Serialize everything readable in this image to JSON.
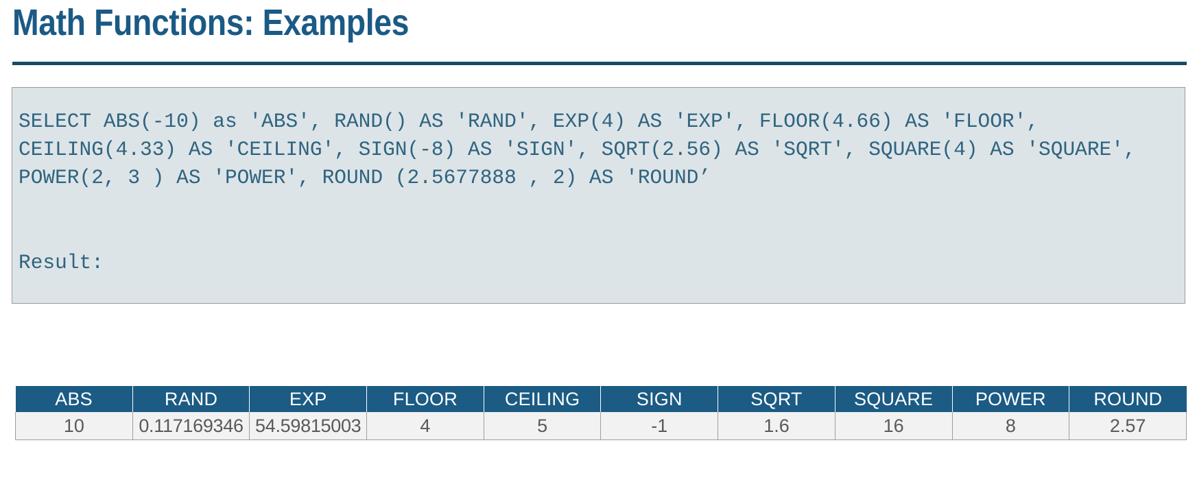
{
  "slide": {
    "title": "Math Functions: Examples",
    "title_color": "#1a5a85",
    "rule_color": "#1b4a63"
  },
  "code_block": {
    "background": "#dde4e7",
    "text_color": "#2e6480",
    "query": "SELECT ABS(-10) as 'ABS', RAND() AS 'RAND', EXP(4) AS 'EXP', FLOOR(4.66) AS 'FLOOR', CEILING(4.33) AS 'CEILING', SIGN(-8) AS 'SIGN', SQRT(2.56) AS 'SQRT', SQUARE(4) AS 'SQUARE', POWER(2, 3 ) AS 'POWER', ROUND (2.5677888 , 2) AS 'ROUND’",
    "result_label": "Result:"
  },
  "result_table": {
    "header_bg": "#1b5b84",
    "header_color": "#ffffff",
    "cell_bg": "#f2f2f2",
    "cell_color": "#595959",
    "columns": [
      "ABS",
      "RAND",
      "EXP",
      "FLOOR",
      "CEILING",
      "SIGN",
      "SQRT",
      "SQUARE",
      "POWER",
      "ROUND"
    ],
    "rows": [
      [
        "10",
        "0.117169346",
        "54.59815003",
        "4",
        "5",
        "-1",
        "1.6",
        "16",
        "8",
        "2.57"
      ]
    ]
  }
}
